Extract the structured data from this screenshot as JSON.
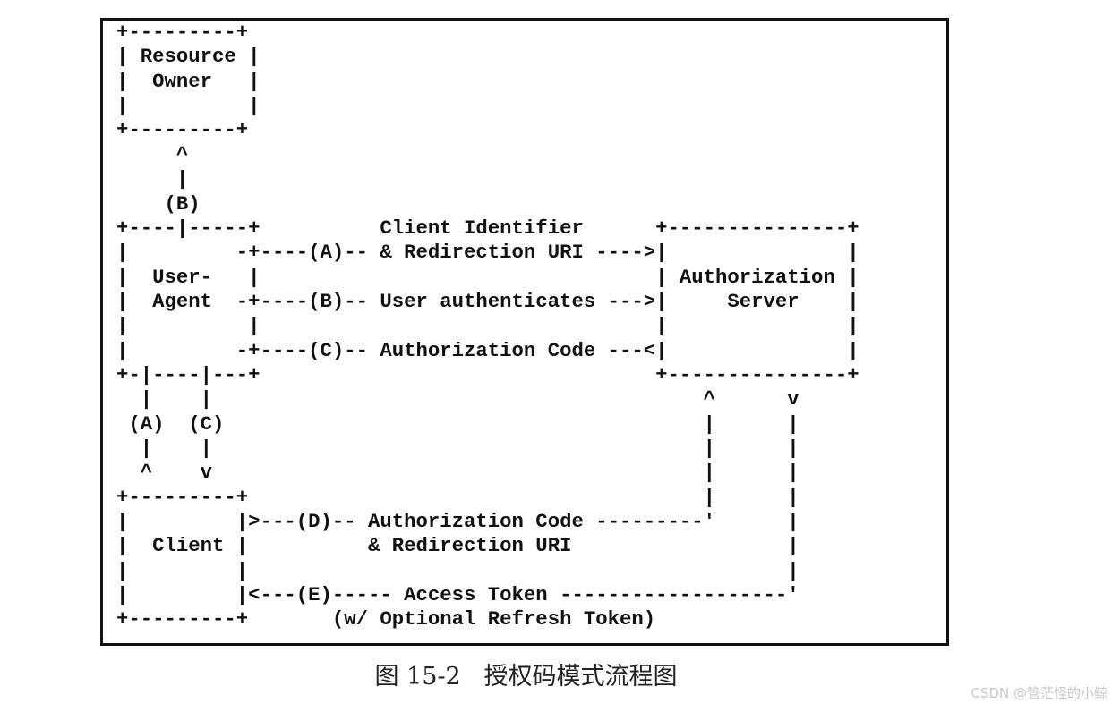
{
  "diagram": {
    "lines": [
      "+---------+",
      "| Resource |",
      "|  Owner   |",
      "|          |",
      "+---------+",
      "     ^",
      "     |",
      "    (B)",
      "+----|-----+          Client Identifier      +---------------+",
      "|         -+----(A)-- & Redirection URI ---->|               |",
      "|  User-   |                                 | Authorization |",
      "|  Agent  -+----(B)-- User authenticates --->|     Server    |",
      "|          |                                 |               |",
      "|         -+----(C)-- Authorization Code ---<|               |",
      "+-|----|---+                                 +---------------+",
      "  |    |                                         ^      v",
      " (A)  (C)                                        |      |",
      "  |    |                                         |      |",
      "  ^    v                                         |      |",
      "+---------+                                      |      |",
      "|         |>---(D)-- Authorization Code ---------'      |",
      "|  Client |          & Redirection URI                  |",
      "|         |                                             |",
      "|         |<---(E)----- Access Token -------------------'",
      "+---------+       (w/ Optional Refresh Token)"
    ]
  },
  "caption": "图 15-2   授权码模式流程图",
  "watermark": "CSDN @管茫怪的小鲸",
  "colors": {
    "line": "#111111",
    "background": "#ffffff"
  }
}
